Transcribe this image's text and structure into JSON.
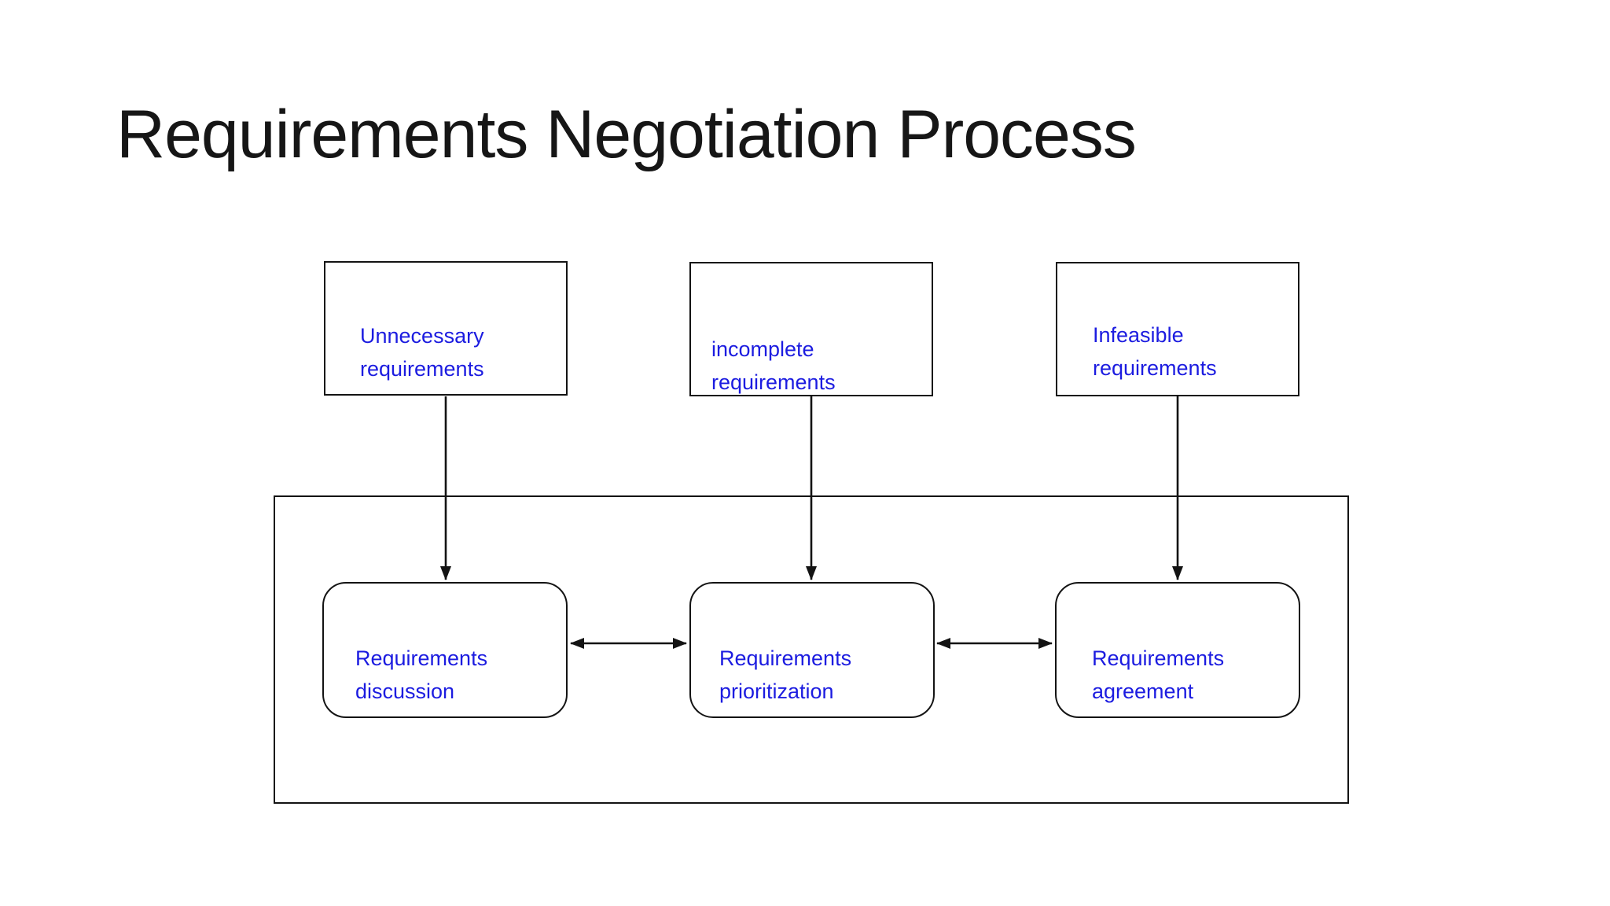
{
  "slide": {
    "title": "Requirements Negotiation Process"
  },
  "colors": {
    "background": "#ffffff",
    "line": "#131313",
    "text_blue": "#1c1ce0",
    "title_text": "#161616"
  },
  "top_boxes": [
    {
      "label": "Unnecessary\nrequirements"
    },
    {
      "label": "incomplete\nrequirements"
    },
    {
      "label": "Infeasible\nrequirements"
    }
  ],
  "process_boxes": [
    {
      "label": "Requirements\ndiscussion"
    },
    {
      "label": "Requirements\nprioritization"
    },
    {
      "label": "Requirements\nagreement"
    }
  ],
  "connectors": {
    "down_arrows": [
      {
        "from": "Unnecessary requirements",
        "to": "Requirements discussion"
      },
      {
        "from": "incomplete requirements",
        "to": "Requirements prioritization"
      },
      {
        "from": "Infeasible requirements",
        "to": "Requirements agreement"
      }
    ],
    "double_arrows": [
      {
        "between": [
          "Requirements discussion",
          "Requirements prioritization"
        ]
      },
      {
        "between": [
          "Requirements prioritization",
          "Requirements agreement"
        ]
      }
    ]
  }
}
